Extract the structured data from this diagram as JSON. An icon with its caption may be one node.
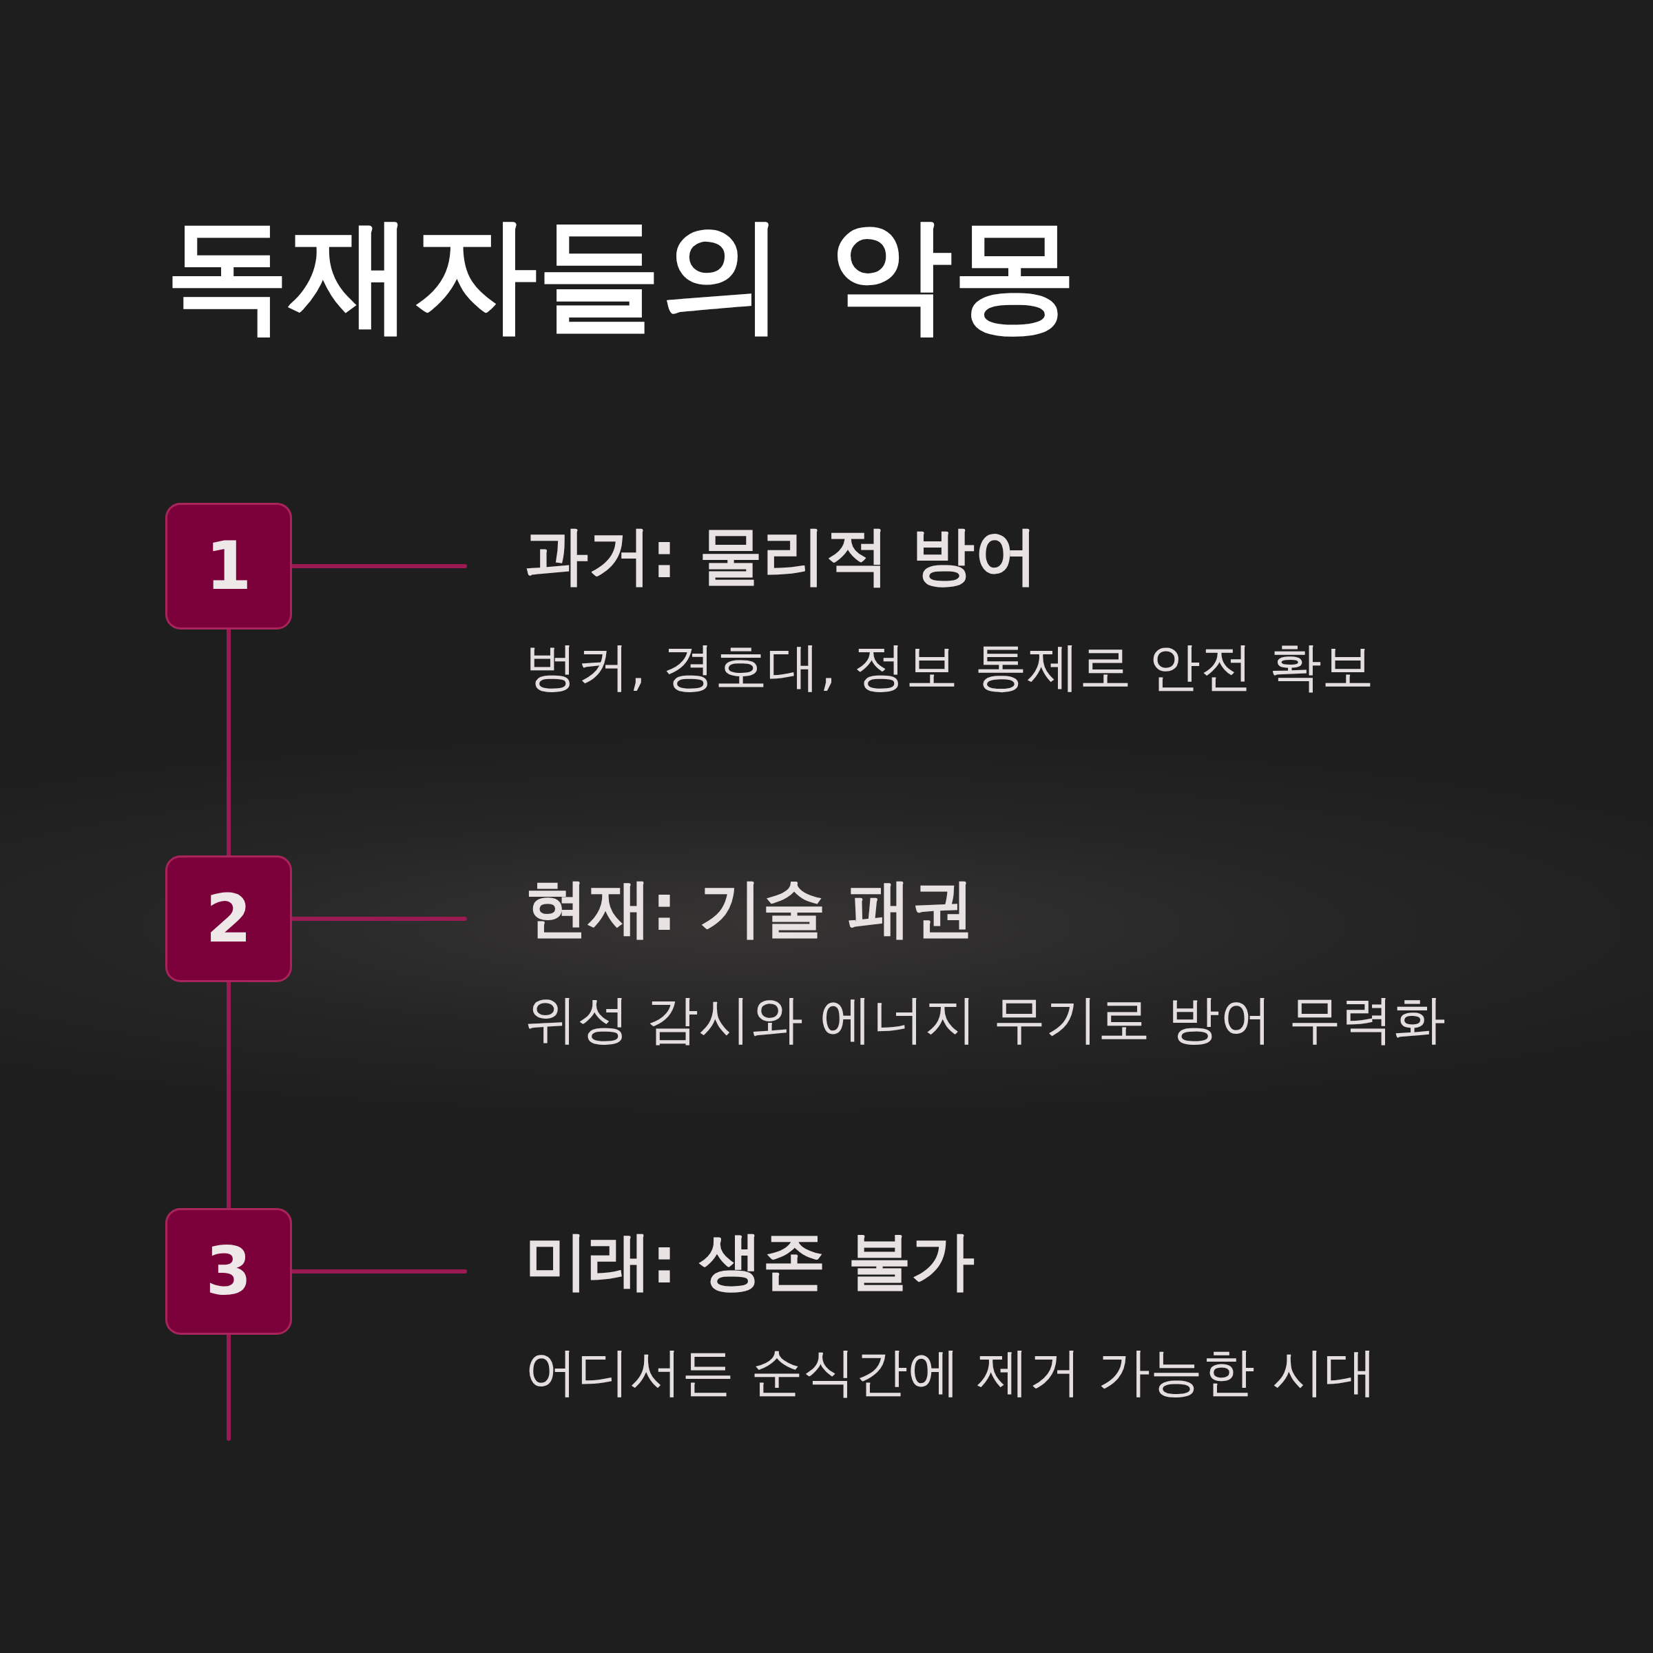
{
  "diagram": {
    "title": "독재자들의 악몽",
    "nodes": [
      {
        "text": [
          "1"
        ]
      },
      {
        "text": [
          "과거: 물리적 방어",
          "벙커, 경호대, 정보 통제로 안전 확보"
        ]
      },
      {
        "text": [
          "2"
        ]
      },
      {
        "text": [
          "현재: 기술 패권",
          "위성 감시와 에너지 무기로 방어 무력화"
        ]
      },
      {
        "text": [
          "3"
        ]
      },
      {
        "text": [
          "미래: 생존 불가",
          "어디서든 순식간에 제거 가능한 시대"
        ]
      }
    ],
    "edges": [
      {
        "from": 0,
        "to": 1,
        "arrow": "none"
      },
      {
        "from": 0,
        "to": 2,
        "arrow": "none"
      },
      {
        "from": 2,
        "to": 3,
        "arrow": "none"
      },
      {
        "from": 2,
        "to": 4,
        "arrow": "none"
      },
      {
        "from": 4,
        "to": 5,
        "arrow": "none"
      },
      {
        "from": 4,
        "to": null,
        "arrow": "none"
      }
    ]
  }
}
